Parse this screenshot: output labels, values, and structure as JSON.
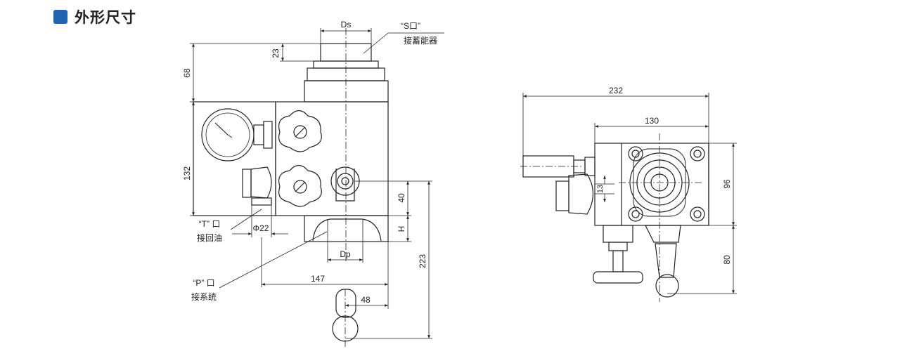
{
  "section": {
    "title": "外形尺寸",
    "accent_color": "#1f64b0"
  },
  "front_view": {
    "dimensions": {
      "ds": "Ds",
      "d23": "23",
      "d68": "68",
      "d132": "132",
      "d40": "40",
      "h": "H",
      "d223": "223",
      "phi22": "Φ22",
      "dp": "Dp",
      "d147": "147",
      "d48": "48"
    },
    "labels": {
      "s_port": "“S口”",
      "s_port_desc": "接蓄能器",
      "t_port": "“T” 口",
      "t_port_desc": "接回油",
      "p_port": "“P” 口",
      "p_port_desc": "接系统"
    }
  },
  "side_view": {
    "dimensions": {
      "d232": "232",
      "d130": "130",
      "d13": "13",
      "d96": "96",
      "d80": "80"
    }
  }
}
